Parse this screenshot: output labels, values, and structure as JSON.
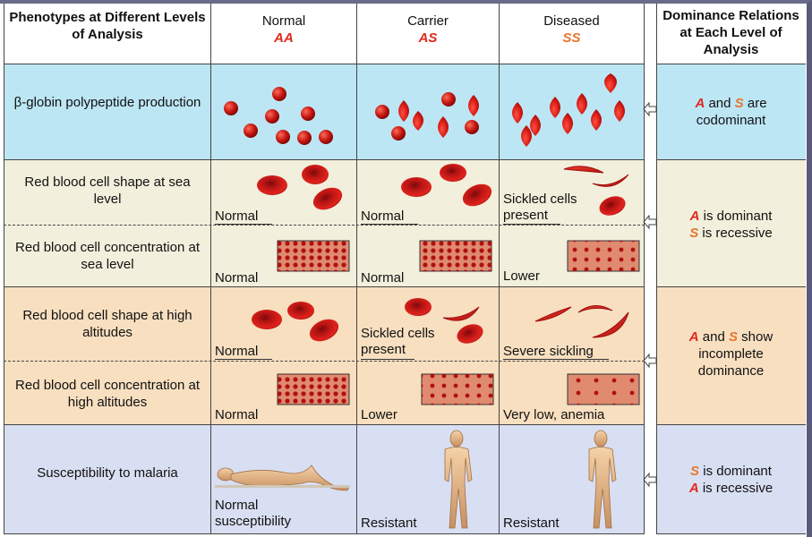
{
  "header": {
    "phenotypes_label": "Phenotypes at Different Levels of Analysis",
    "normal": {
      "label": "Normal",
      "genotype": "AA"
    },
    "carrier": {
      "label": "Carrier",
      "genotype": "AS"
    },
    "diseased": {
      "label": "Diseased",
      "genotype": "SS"
    },
    "dominance_label": "Dominance Relations at Each Level of Analysis"
  },
  "rows": {
    "globin": {
      "label": "β-globin polypeptide production"
    },
    "shape_sea": {
      "label": "Red blood cell shape at sea level",
      "normal": "Normal",
      "carrier": "Normal",
      "diseased": "Sickled cells present"
    },
    "conc_sea": {
      "label": "Red blood cell concentration at sea level",
      "normal": "Normal",
      "carrier": "Normal",
      "diseased": "Lower"
    },
    "shape_high": {
      "label": "Red blood cell shape at high altitudes",
      "normal": "Normal",
      "carrier": "Sickled cells present",
      "diseased": "Severe sickling"
    },
    "conc_high": {
      "label": "Red blood cell concentration at high altitudes",
      "normal": "Normal",
      "carrier": "Lower",
      "diseased": "Very low, anemia"
    },
    "malaria": {
      "label": "Susceptibility to malaria",
      "normal": "Normal susceptibility",
      "carrier": "Resistant",
      "diseased": "Resistant"
    }
  },
  "dominance": {
    "globin": {
      "a1": "A",
      "t1": " and ",
      "a2": "S",
      "t2": " are",
      "t3": "codominant"
    },
    "sea": {
      "a1": "A",
      "t1": " is dominant",
      "a2": "S",
      "t2": " is recessive"
    },
    "high": {
      "a1": "A",
      "t1": " and ",
      "a2": "S",
      "t2": " show",
      "t3": "incomplete",
      "t4": "dominance"
    },
    "malaria": {
      "a1": "S",
      "t1": " is dominant",
      "a2": "A",
      "t2": " is recessive"
    }
  },
  "colors": {
    "blue_row": "#bde6f5",
    "cream_row": "#f2efdc",
    "peach_row": "#f7dfc0",
    "lavender_row": "#d9dff2",
    "allele_red": "#e0281e",
    "allele_orange": "#e5772f",
    "cell_red": "#c81a1a"
  }
}
